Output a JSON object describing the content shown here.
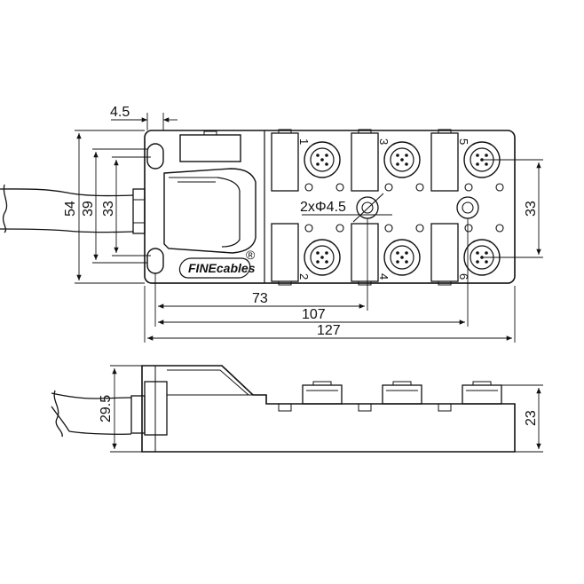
{
  "brand": {
    "logo_text": "FINEcables",
    "registered_mark": "®"
  },
  "dimensions": {
    "top_width": "4.5",
    "overall_height": "54",
    "inner_height": "39",
    "slot_height": "33",
    "right_port_spacing": "33",
    "hole_spec": "2xΦ4.5",
    "width_73": "73",
    "width_107": "107",
    "overall_width": "127",
    "side_height_left": "29.5",
    "side_height_right": "23"
  },
  "ports": [
    "1",
    "3",
    "5",
    "2",
    "4",
    "6"
  ],
  "colors": {
    "line": "#111111",
    "background": "#ffffff"
  }
}
